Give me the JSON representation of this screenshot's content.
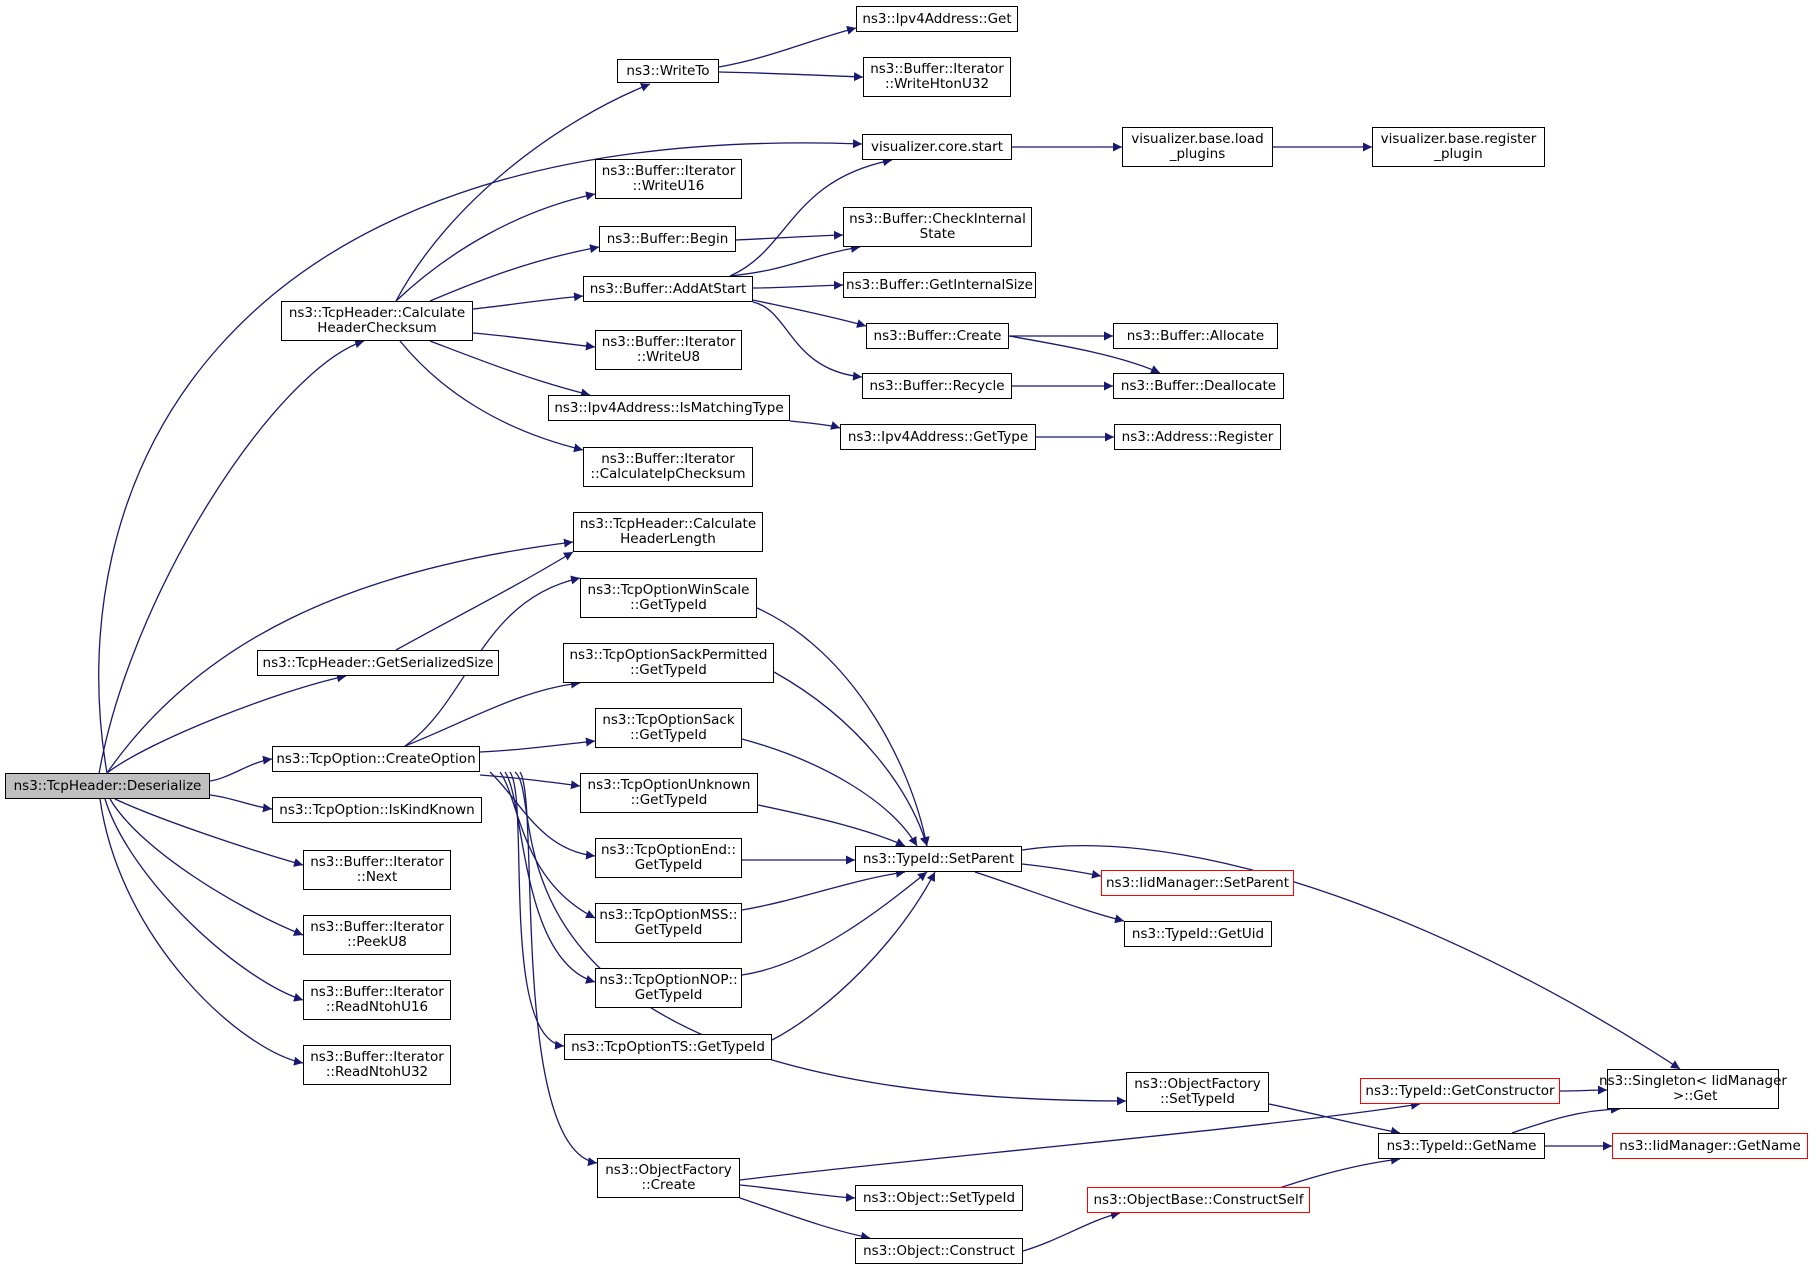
{
  "colors": {
    "edge": "#191970",
    "root_fill": "#bfbfbf",
    "node_border": "#000000",
    "truncated_border": "#ff0000"
  },
  "nodes": {
    "deserialize": "ns3::TcpHeader::Deserialize",
    "calc_checksum": "ns3::TcpHeader::Calculate\nHeaderChecksum",
    "get_serialized_size": "ns3::TcpHeader::GetSerializedSize",
    "create_option": "ns3::TcpOption::CreateOption",
    "is_kind_known": "ns3::TcpOption::IsKindKnown",
    "iter_next": "ns3::Buffer::Iterator\n::Next",
    "iter_peek_u8": "ns3::Buffer::Iterator\n::PeekU8",
    "iter_read_ntoh_u16": "ns3::Buffer::Iterator\n::ReadNtohU16",
    "iter_read_ntoh_u32": "ns3::Buffer::Iterator\n::ReadNtohU32",
    "write_to": "ns3::WriteTo",
    "iter_write_u16": "ns3::Buffer::Iterator\n::WriteU16",
    "buffer_begin": "ns3::Buffer::Begin",
    "buffer_add_at_start": "ns3::Buffer::AddAtStart",
    "iter_write_u8": "ns3::Buffer::Iterator\n::WriteU8",
    "ipv4_is_matching_type": "ns3::Ipv4Address::IsMatchingType",
    "iter_calc_ip_checksum": "ns3::Buffer::Iterator\n::CalculateIpChecksum",
    "calc_header_length": "ns3::TcpHeader::Calculate\nHeaderLength",
    "winscale_typeid": "ns3::TcpOptionWinScale\n::GetTypeId",
    "sackperm_typeid": "ns3::TcpOptionSackPermitted\n::GetTypeId",
    "sack_typeid": "ns3::TcpOptionSack\n::GetTypeId",
    "unknown_typeid": "ns3::TcpOptionUnknown\n::GetTypeId",
    "end_typeid": "ns3::TcpOptionEnd::\nGetTypeId",
    "mss_typeid": "ns3::TcpOptionMSS::\nGetTypeId",
    "nop_typeid": "ns3::TcpOptionNOP::\nGetTypeId",
    "ts_typeid": "ns3::TcpOptionTS::GetTypeId",
    "factory_create": "ns3::ObjectFactory\n::Create",
    "ipv4_get": "ns3::Ipv4Address::Get",
    "iter_write_hton_u32": "ns3::Buffer::Iterator\n::WriteHtonU32",
    "vis_core_start": "visualizer.core.start",
    "buffer_check_internal_state": "ns3::Buffer::CheckInternal\nState",
    "buffer_get_internal_size": "ns3::Buffer::GetInternalSize",
    "buffer_create": "ns3::Buffer::Create",
    "buffer_recycle": "ns3::Buffer::Recycle",
    "ipv4_get_type": "ns3::Ipv4Address::GetType",
    "typeid_set_parent": "ns3::TypeId::SetParent",
    "factory_set_typeid": "ns3::ObjectFactory\n::SetTypeId",
    "object_set_typeid": "ns3::Object::SetTypeId",
    "object_construct": "ns3::Object::Construct",
    "vis_load_plugins": "visualizer.base.load\n_plugins",
    "vis_register_plugin": "visualizer.base.register\n_plugin",
    "buffer_allocate": "ns3::Buffer::Allocate",
    "buffer_deallocate": "ns3::Buffer::Deallocate",
    "address_register": "ns3::Address::Register",
    "iid_set_parent": "ns3::IidManager::SetParent",
    "typeid_get_uid": "ns3::TypeId::GetUid",
    "objbase_construct_self": "ns3::ObjectBase::ConstructSelf",
    "typeid_get_constructor": "ns3::TypeId::GetConstructor",
    "typeid_get_name": "ns3::TypeId::GetName",
    "singleton_get": "ns3::Singleton< IidManager\n >::Get",
    "iid_get_name": "ns3::IidManager::GetName"
  }
}
